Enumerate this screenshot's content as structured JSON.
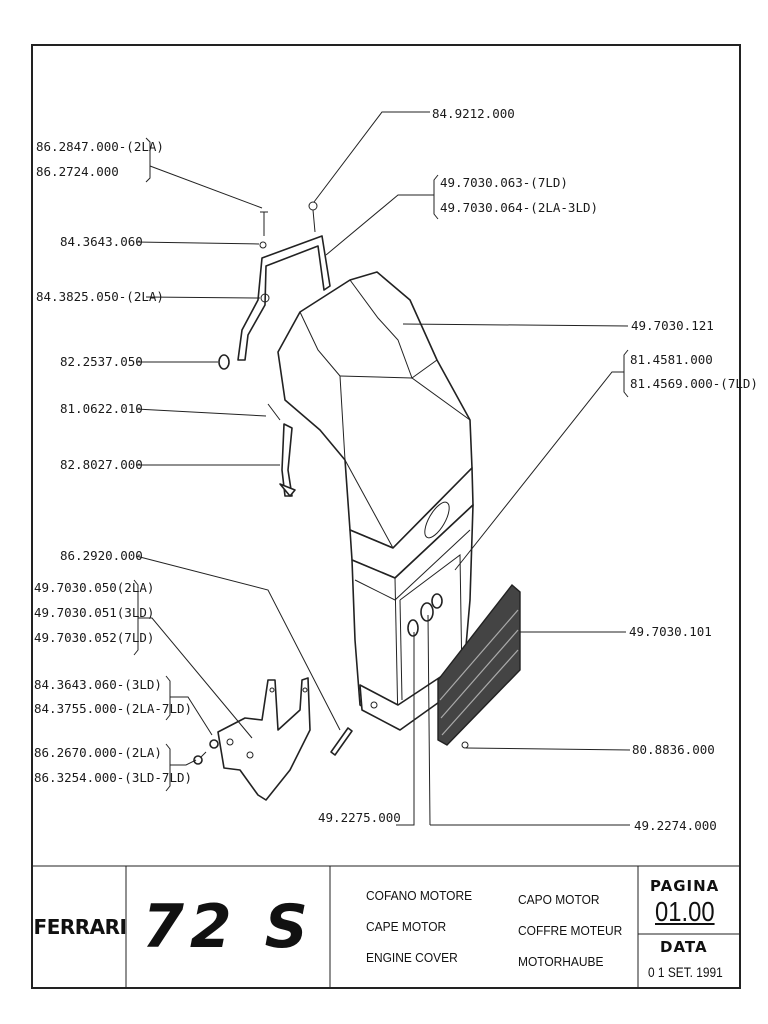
{
  "part_numbers": {
    "p1a": "86.2847.000-(2LA)",
    "p1b": "86.2724.000",
    "p2": "84.9212.000",
    "p3a": "49.7030.063-(7LD)",
    "p3b": "49.7030.064-(2LA-3LD)",
    "p4": "84.3643.060",
    "p5": "84.3825.050-(2LA)",
    "p6": "49.7030.121",
    "p7": "82.2537.050",
    "p8a": "81.4581.000",
    "p8b": "81.4569.000-(7LD)",
    "p9": "81.0622.010",
    "p10": "82.8027.000",
    "p11": "86.2920.000",
    "p12a": "49.7030.050(2LA)",
    "p12b": "49.7030.051(3LD)",
    "p12c": "49.7030.052(7LD)",
    "p13": "49.7030.101",
    "p14a": "84.3643.060-(3LD)",
    "p14b": "84.3755.000-(2LA-7LD)",
    "p15a": "86.2670.000-(2LA)",
    "p15b": "86.3254.000-(3LD-7LD)",
    "p16": "80.8836.000",
    "p17": "49.2275.000",
    "p18": "49.2274.000"
  },
  "title_block": {
    "brand": "FERRARI",
    "model": "72 S",
    "desc_it": "COFANO MOTORE",
    "desc_fr": "CAPE MOTOR",
    "desc_en": "ENGINE COVER",
    "desc_es": "CAPO MOTOR",
    "desc_fr2": "COFFRE MOTEUR",
    "desc_de": "MOTORHAUBE",
    "page_label": "PAGINA",
    "page_number": "01.00",
    "date_label": "DATA",
    "date_value": "0 1 SET. 1991"
  }
}
